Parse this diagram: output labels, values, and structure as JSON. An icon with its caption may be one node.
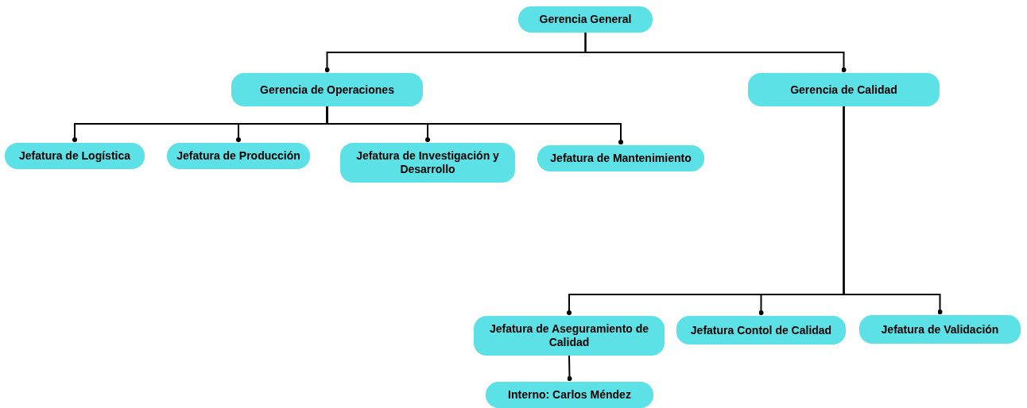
{
  "diagram": {
    "nodes": [
      {
        "text": [
          "Gerencia General"
        ]
      },
      {
        "text": [
          "Gerencia de Operaciones"
        ]
      },
      {
        "text": [
          "Gerencia de Calidad"
        ]
      },
      {
        "text": [
          "Jefatura de Logística"
        ]
      },
      {
        "text": [
          "Jefatura de Producción"
        ]
      },
      {
        "text": [
          "Jefatura de Investigación y Desarrollo"
        ]
      },
      {
        "text": [
          "Jefatura de Mantenimiento"
        ]
      },
      {
        "text": [
          "Jefatura de Aseguramiento de Calidad"
        ]
      },
      {
        "text": [
          "Jefatura Contol de Calidad"
        ]
      },
      {
        "text": [
          "Jefatura de Validación"
        ]
      },
      {
        "text": [
          "Interno: Carlos Méndez"
        ]
      }
    ],
    "edges": [
      {
        "from": 0,
        "to": 1,
        "arrow": "other"
      },
      {
        "from": 0,
        "to": 2,
        "arrow": "other"
      },
      {
        "from": 1,
        "to": 3,
        "arrow": "other"
      },
      {
        "from": 1,
        "to": 4,
        "arrow": "other"
      },
      {
        "from": 1,
        "to": 5,
        "arrow": "other"
      },
      {
        "from": 1,
        "to": 6,
        "arrow": "other"
      },
      {
        "from": 2,
        "to": 7,
        "arrow": "other"
      },
      {
        "from": 2,
        "to": 8,
        "arrow": "other"
      },
      {
        "from": 2,
        "to": 9,
        "arrow": "other"
      },
      {
        "from": 7,
        "to": 10,
        "arrow": "other"
      }
    ]
  }
}
